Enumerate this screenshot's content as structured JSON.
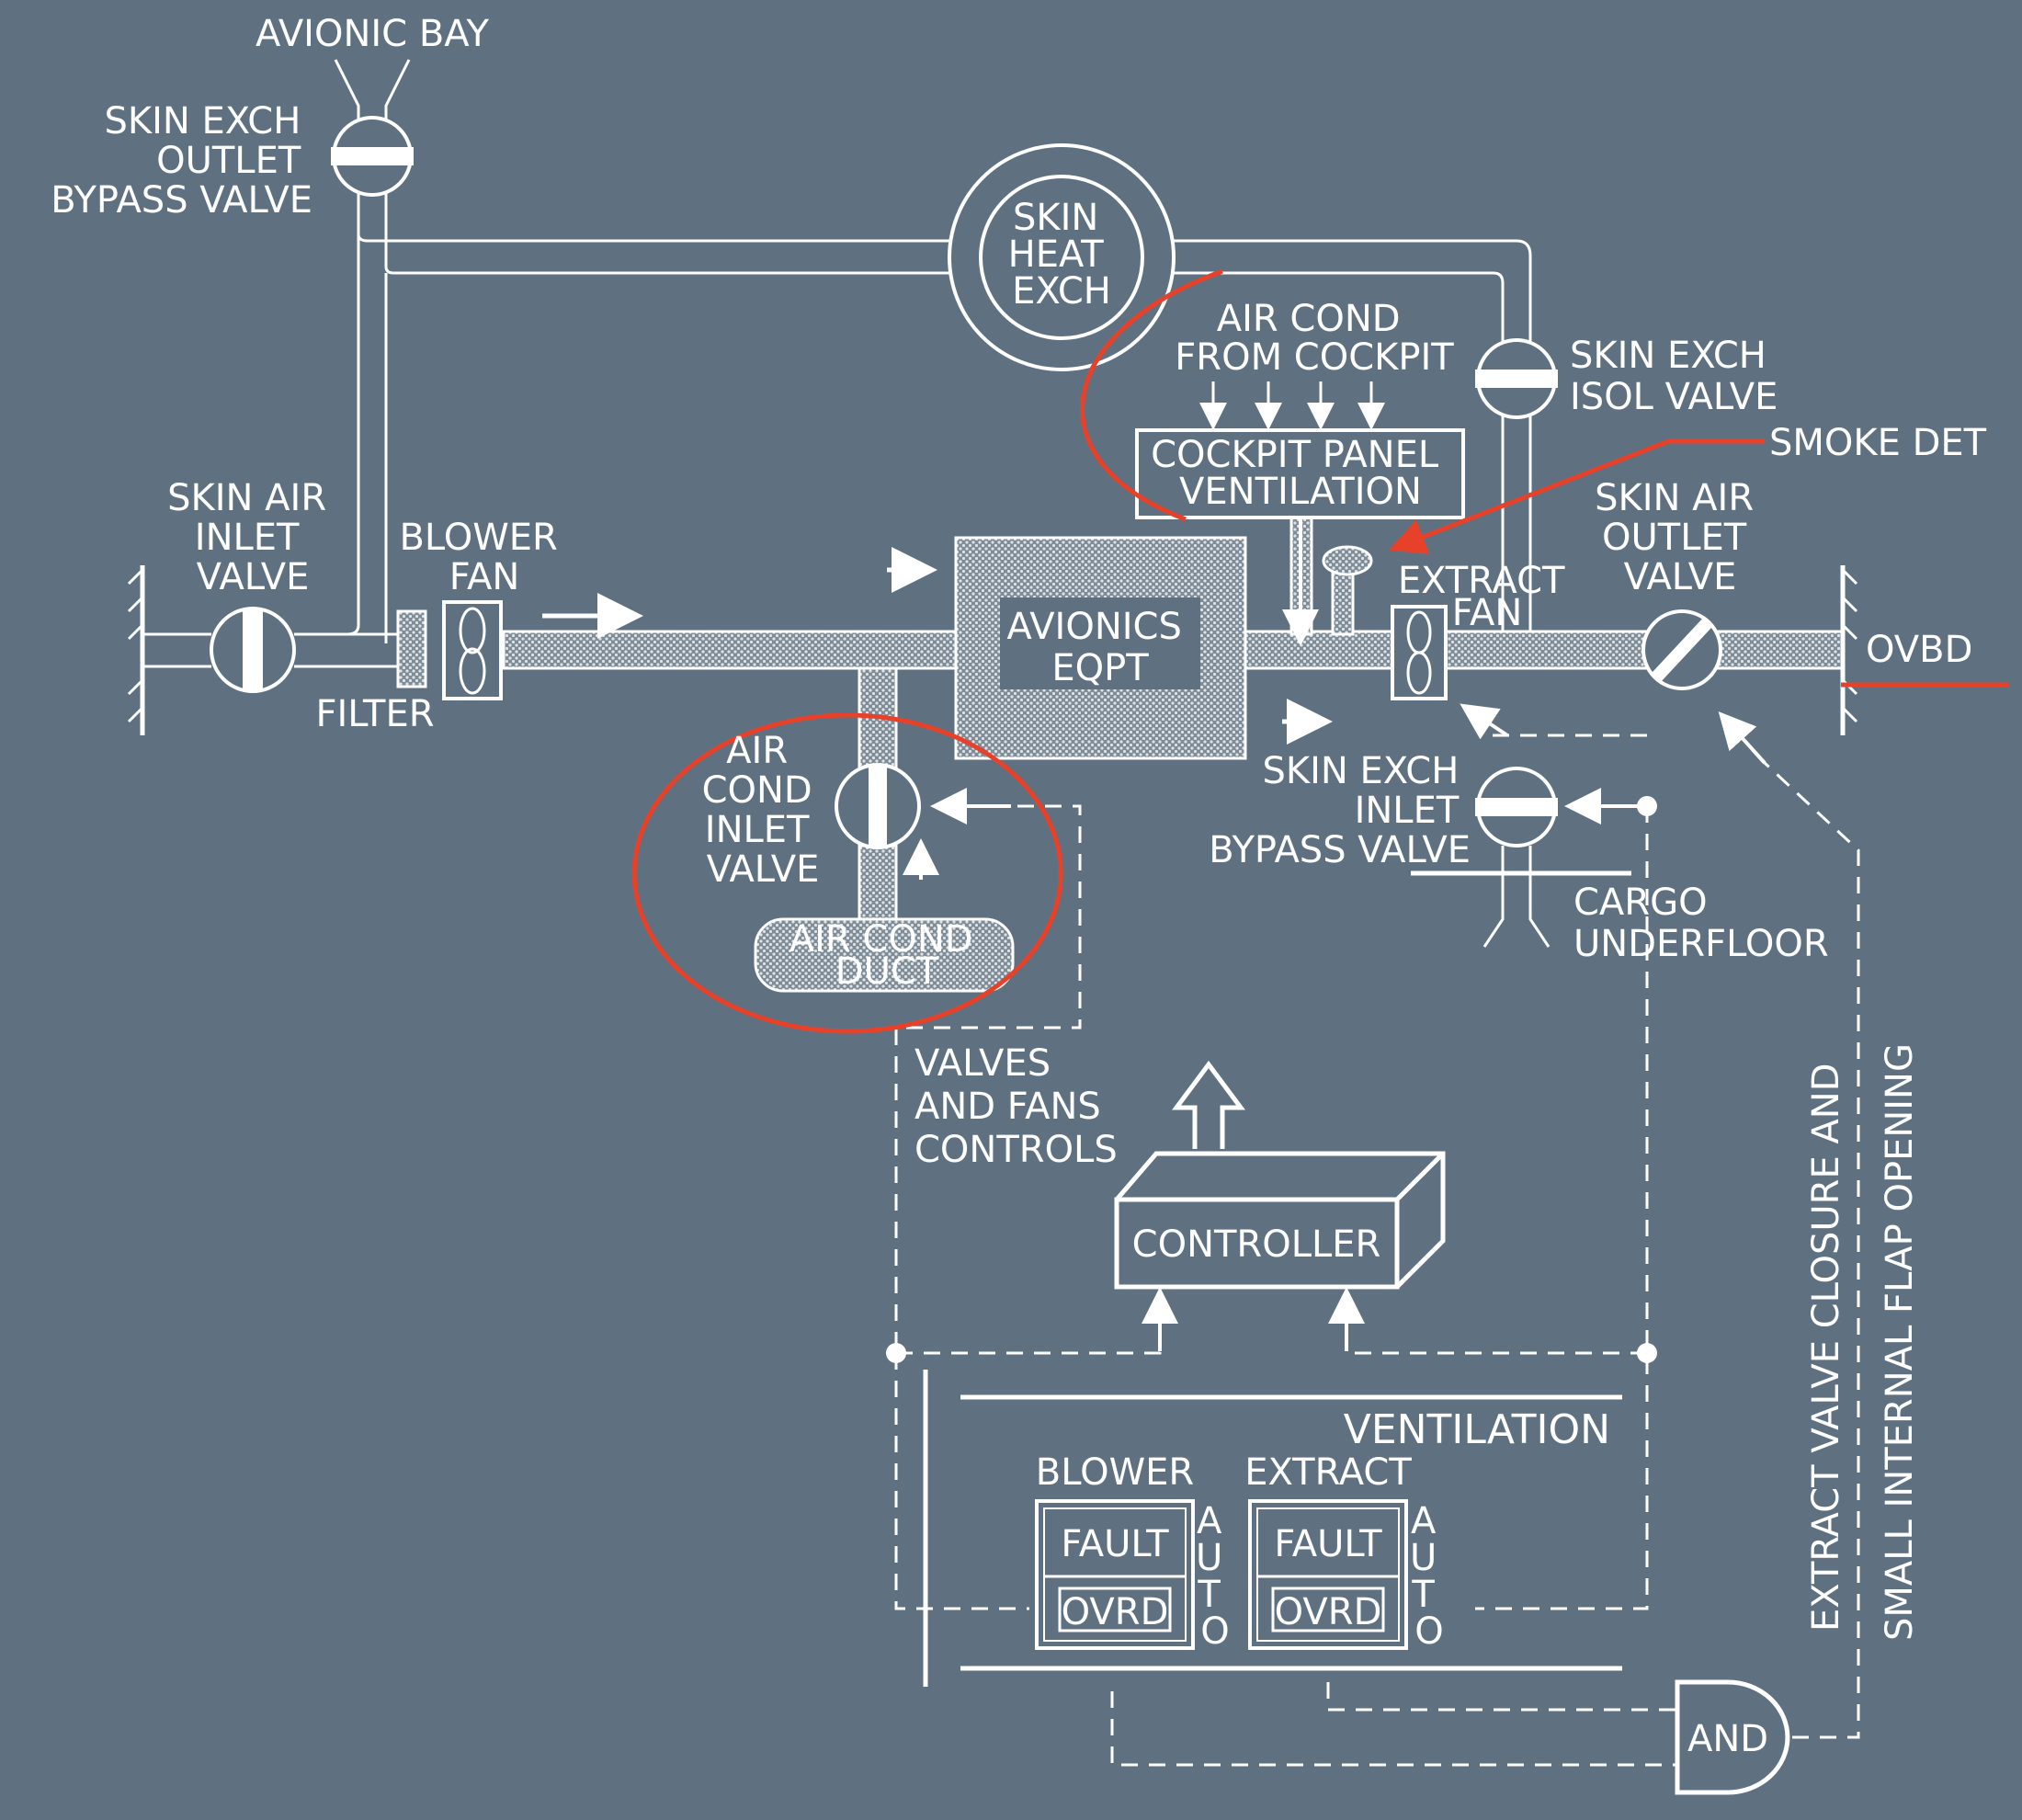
{
  "labels": {
    "avionic_bay": "AVIONIC BAY",
    "skin_exch_outlet_bypass": [
      "SKIN EXCH",
      "OUTLET",
      "BYPASS VALVE"
    ],
    "skin_heat_exch": [
      "SKIN",
      "HEAT",
      "EXCH"
    ],
    "air_cond_from_cockpit": [
      "AIR COND",
      "FROM COCKPIT"
    ],
    "skin_exch_isol": [
      "SKIN EXCH",
      "ISOL VALVE"
    ],
    "smoke_det": "SMOKE DET",
    "cockpit_panel_vent": [
      "COCKPIT PANEL",
      "VENTILATION"
    ],
    "skin_air_inlet": [
      "SKIN AIR",
      "INLET",
      "VALVE"
    ],
    "blower_fan": [
      "BLOWER",
      "FAN"
    ],
    "filter": "FILTER",
    "avionics_eqpt": [
      "AVIONICS",
      "EQPT"
    ],
    "extract_fan": [
      "EXTRACT",
      "FAN"
    ],
    "skin_air_outlet": [
      "SKIN AIR",
      "OUTLET",
      "VALVE"
    ],
    "ovbd": "OVBD",
    "air_cond_inlet": [
      "AIR",
      "COND",
      "INLET",
      "VALVE"
    ],
    "air_cond_duct": [
      "AIR COND",
      "DUCT"
    ],
    "skin_exch_inlet_bypass": [
      "SKIN EXCH",
      "INLET",
      "BYPASS VALVE"
    ],
    "cargo_underfloor": [
      "CARGO",
      "UNDERFLOOR"
    ],
    "valves_fans_controls": [
      "VALVES",
      "AND FANS",
      "CONTROLS"
    ],
    "controller": "CONTROLLER",
    "ventilation": "VENTILATION",
    "blower": "BLOWER",
    "extract": "EXTRACT",
    "fault": "FAULT",
    "ovrd": "OVRD",
    "auto": [
      "A",
      "U",
      "T",
      "O"
    ],
    "and_gate": "AND",
    "vertical_note": [
      "EXTRACT VALVE CLOSURE AND",
      "SMALL INTERNAL FLAP OPENING"
    ]
  },
  "colors": {
    "background": "#5f7180",
    "line": "#ffffff",
    "annotation": "#e8412a"
  }
}
